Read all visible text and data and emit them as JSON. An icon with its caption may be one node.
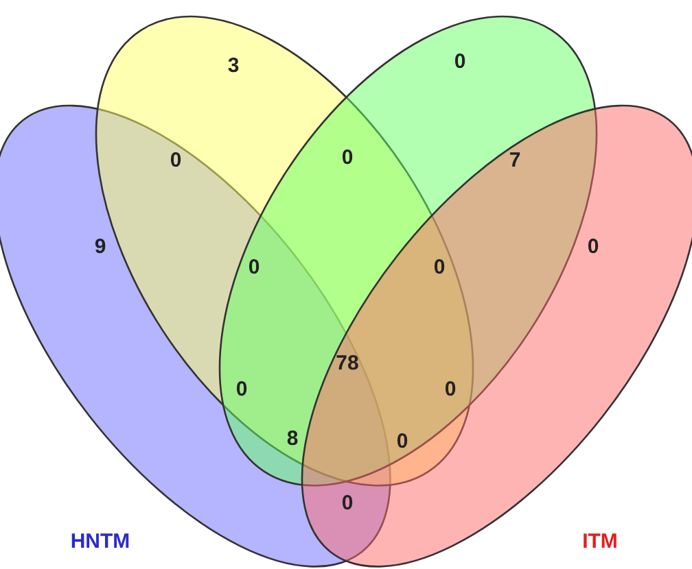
{
  "diagram": {
    "nodes": [
      {
        "text": [
          "HNTM"
        ]
      },
      {
        "text": [],
        "shape": "ellipse"
      },
      {
        "text": [],
        "shape": "ellipse"
      },
      {
        "text": [
          "ITM"
        ]
      }
    ],
    "labels": [
      "3",
      "0",
      "0",
      "0",
      "7",
      "9",
      "0",
      "0",
      "0",
      "78",
      "0",
      "0",
      "8",
      "0",
      "0"
    ]
  }
}
